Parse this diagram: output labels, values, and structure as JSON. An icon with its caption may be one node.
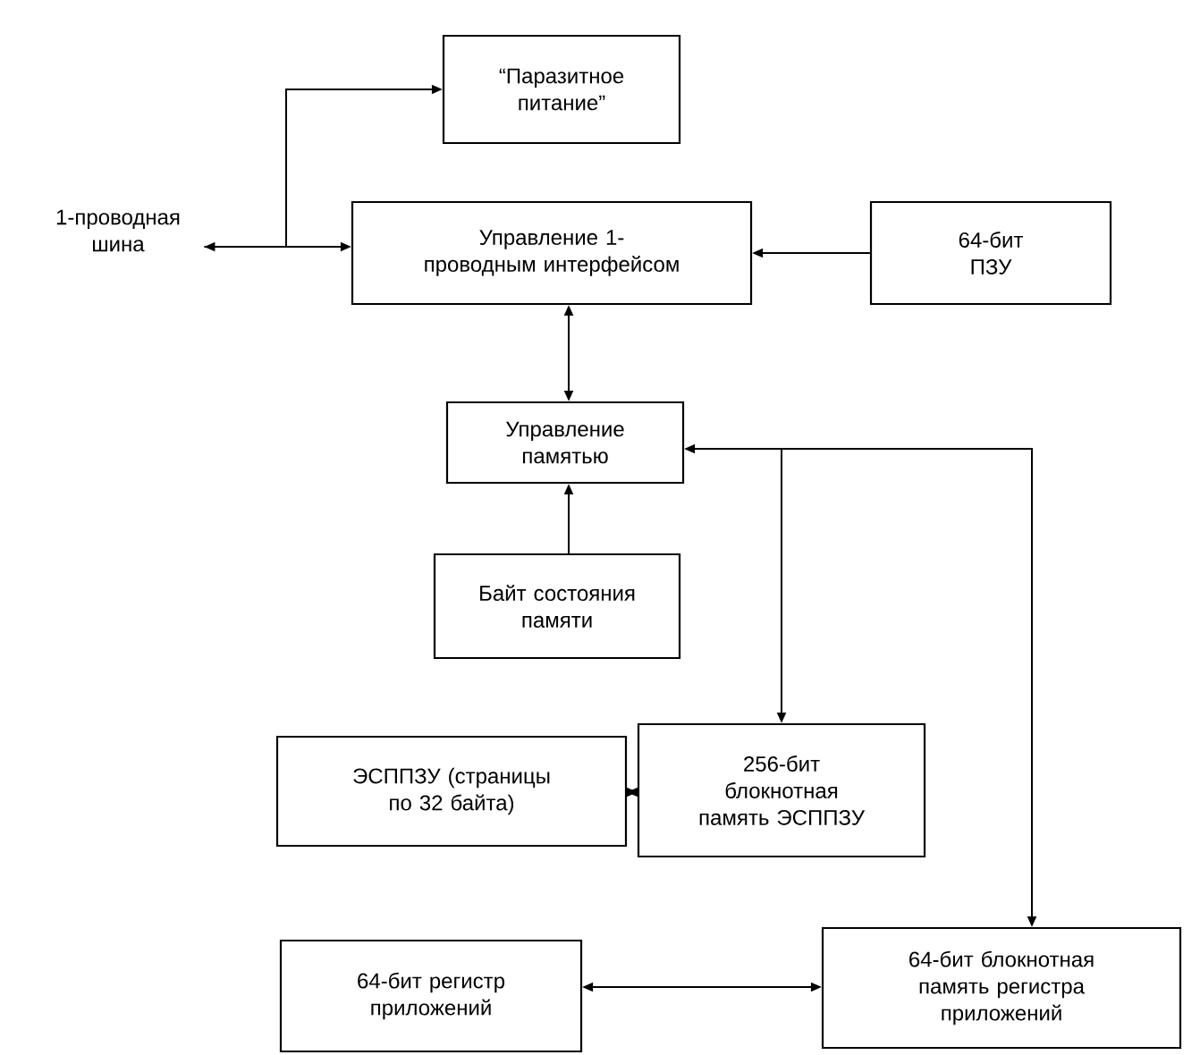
{
  "diagram": {
    "nodes": [
      {
        "text": [
          "1-проводная шина"
        ]
      },
      {
        "text": [
          "“Паразитное питание”"
        ]
      },
      {
        "text": [
          "Управление 1-проводным интерфейсом"
        ]
      },
      {
        "text": [
          "64-бит ПЗУ"
        ]
      },
      {
        "text": [
          "Управление памятью"
        ]
      },
      {
        "text": [
          "Байт состояния памяти"
        ]
      },
      {
        "text": [
          "ЭСППЗУ (страницы по 32 байта)"
        ]
      },
      {
        "text": [
          "256-бит блокнотная память ЭСППЗУ"
        ]
      },
      {
        "text": [
          "64-бит регистр приложений"
        ]
      },
      {
        "text": [
          "64-бит блокнотная память регистра приложений"
        ]
      }
    ],
    "edges": [
      {
        "from": 0,
        "to": 2,
        "arrow": "both"
      },
      {
        "from": 0,
        "to": 1,
        "arrow": "to"
      },
      {
        "from": 3,
        "to": 2,
        "arrow": "to"
      },
      {
        "from": 2,
        "to": 4,
        "arrow": "both"
      },
      {
        "from": 5,
        "to": 4,
        "arrow": "to"
      },
      {
        "from": 4,
        "to": 7,
        "arrow": "both"
      },
      {
        "from": 4,
        "to": 9,
        "arrow": "both"
      },
      {
        "from": 6,
        "to": 7,
        "arrow": "both"
      },
      {
        "from": 8,
        "to": 9,
        "arrow": "both"
      }
    ]
  }
}
